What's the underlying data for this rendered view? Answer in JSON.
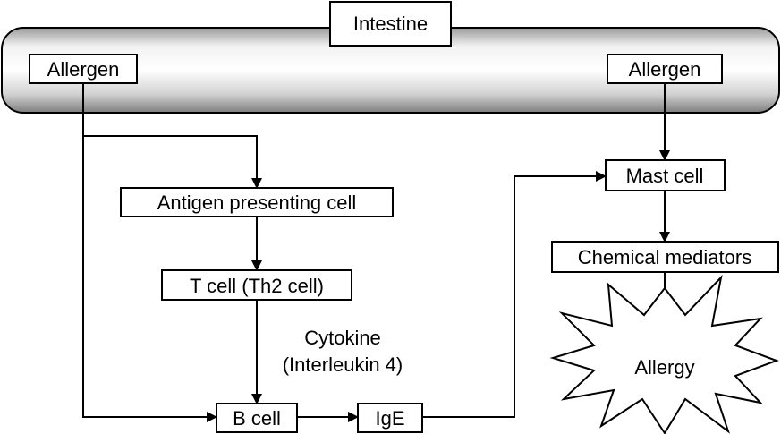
{
  "diagram": {
    "intestine_label": "Intestine",
    "allergen_left": "Allergen",
    "allergen_right": "Allergen",
    "antigen_presenting_cell": "Antigen presenting cell",
    "t_cell": "T cell (Th2 cell)",
    "cytokine_line1": "Cytokine",
    "cytokine_line2": "(Interleukin 4)",
    "b_cell": "B cell",
    "ige": "IgE",
    "mast_cell": "Mast cell",
    "chemical_mediators": "Chemical mediators",
    "allergy": "Allergy"
  },
  "colors": {
    "tube_light": "#f4f4f4",
    "tube_dark": "#8a8a8a",
    "stroke": "#000000",
    "box_fill": "#ffffff"
  }
}
